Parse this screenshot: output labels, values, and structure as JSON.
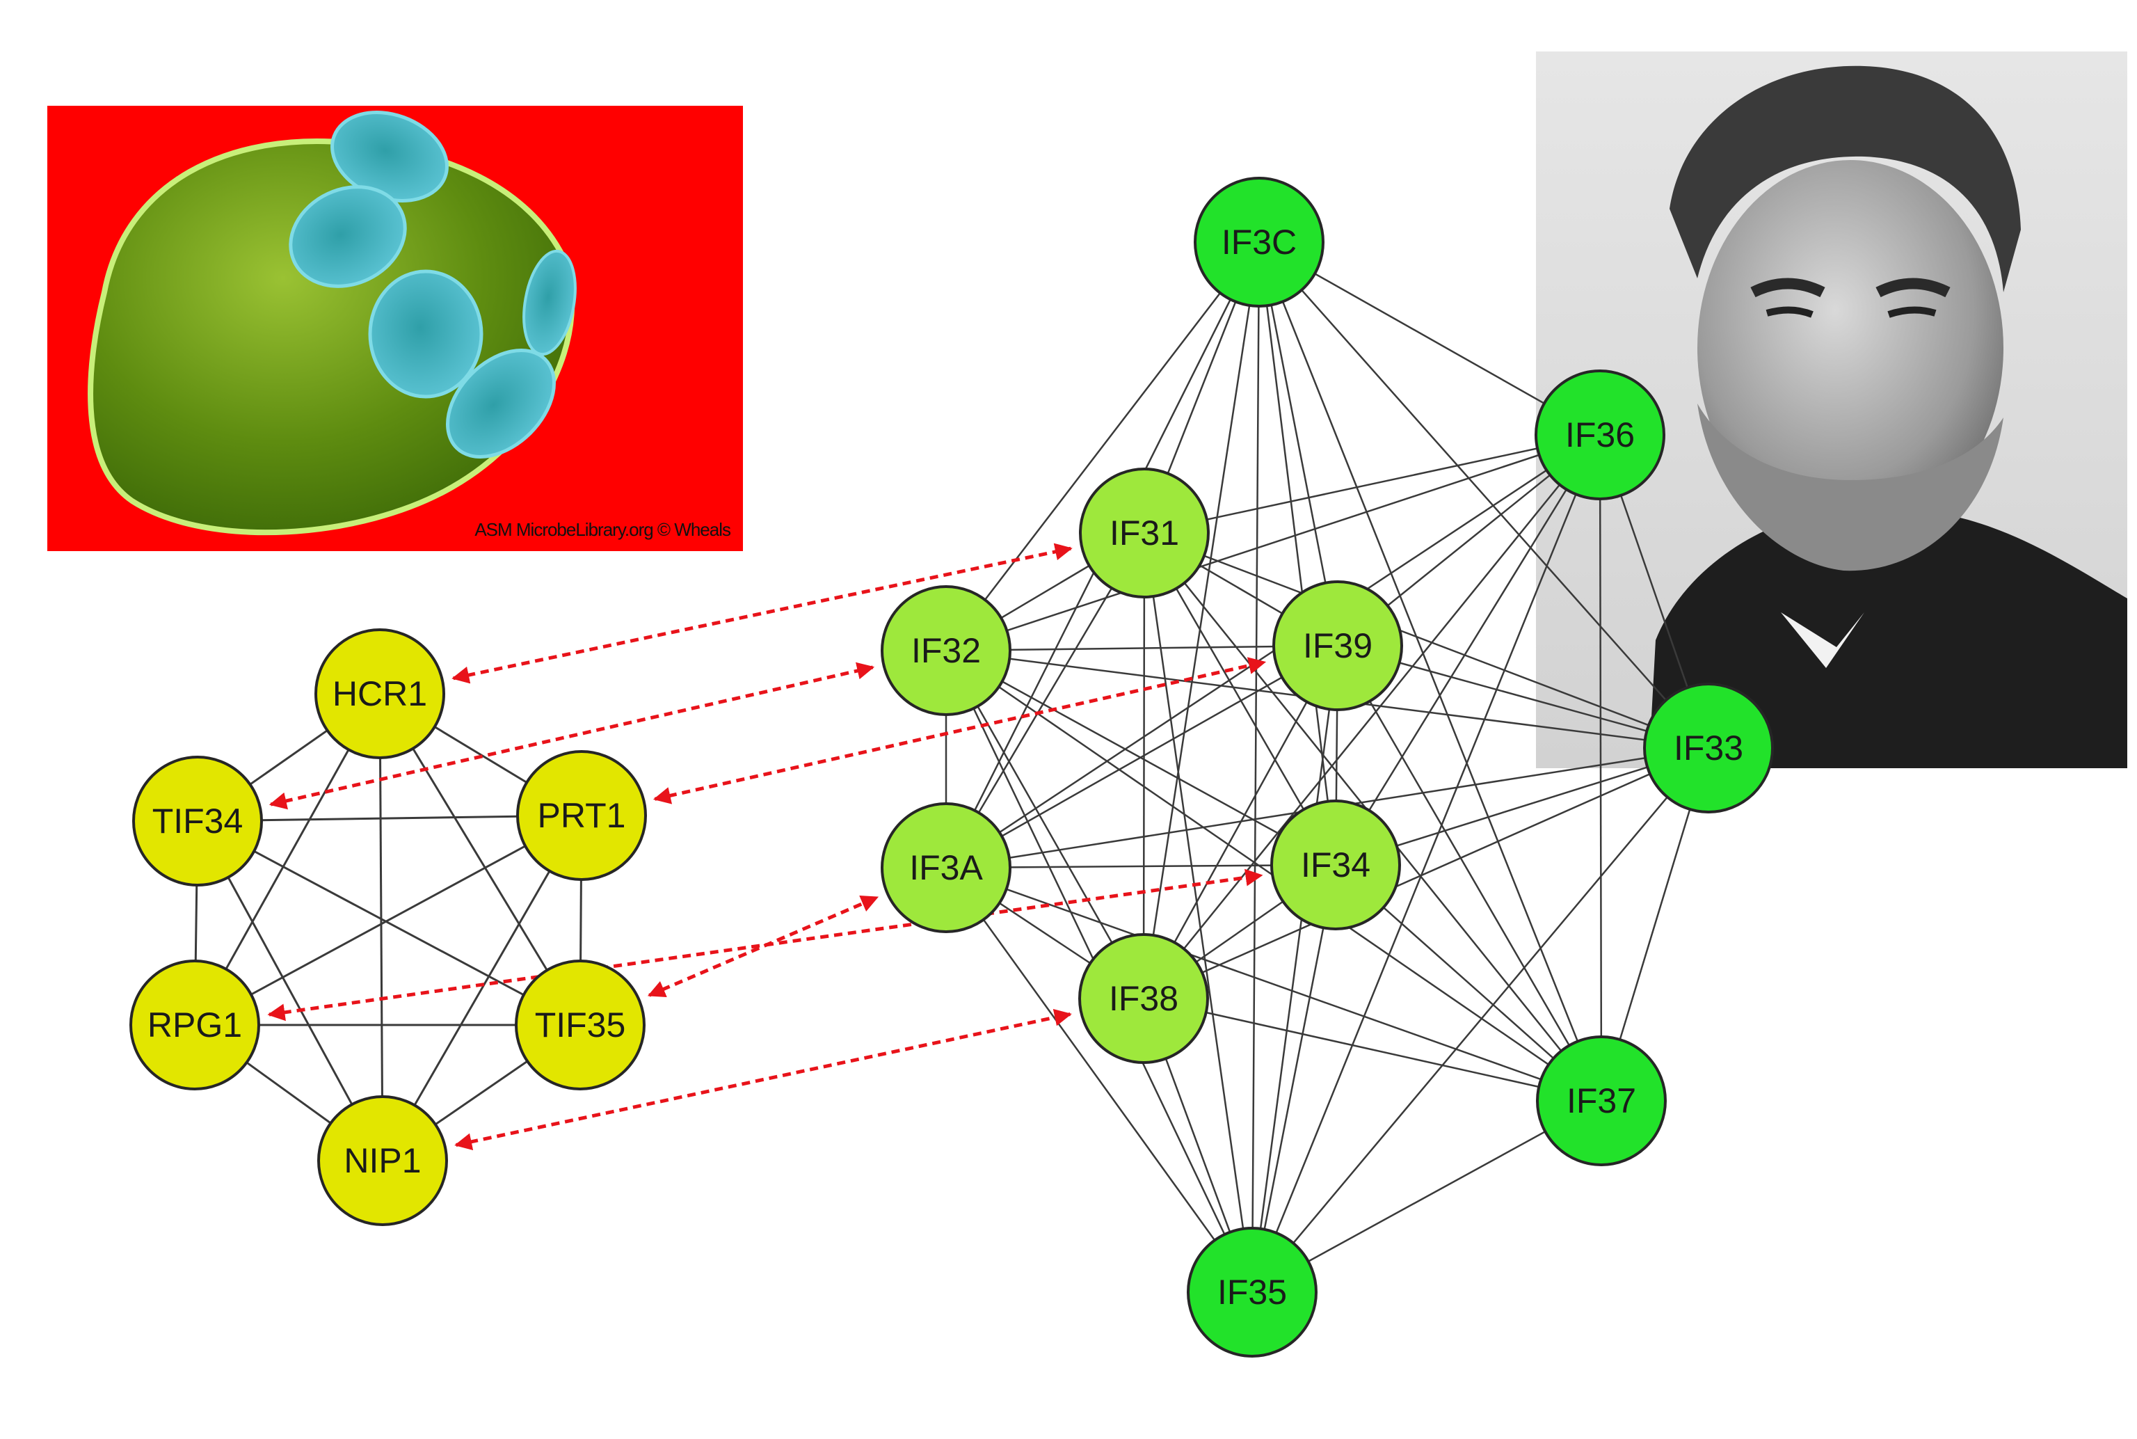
{
  "colors": {
    "yeast_node": "#e2e600",
    "human_mid_node": "#9ee83c",
    "human_outer_node": "#22e22a",
    "edge": "#3a3a3a",
    "ortholog_arrow": "#e8131a",
    "photo_background": "#ff0000"
  },
  "micrograph": {
    "name": "yeast-micrograph",
    "credit": "ASM MicrobeLibrary.org © Wheals"
  },
  "portrait": {
    "name": "scientist-portrait"
  },
  "yeast_complex": {
    "nodes": [
      {
        "id": "HCR1",
        "label": "HCR1"
      },
      {
        "id": "TIF34",
        "label": "TIF34"
      },
      {
        "id": "PRT1",
        "label": "PRT1"
      },
      {
        "id": "RPG1",
        "label": "RPG1"
      },
      {
        "id": "TIF35",
        "label": "TIF35"
      },
      {
        "id": "NIP1",
        "label": "NIP1"
      }
    ]
  },
  "human_complex": {
    "nodes": [
      {
        "id": "IF3C",
        "label": "IF3C",
        "tier": "outer"
      },
      {
        "id": "IF36",
        "label": "IF36",
        "tier": "outer"
      },
      {
        "id": "IF33",
        "label": "IF33",
        "tier": "outer"
      },
      {
        "id": "IF37",
        "label": "IF37",
        "tier": "outer"
      },
      {
        "id": "IF35",
        "label": "IF35",
        "tier": "outer"
      },
      {
        "id": "IF31",
        "label": "IF31",
        "tier": "core"
      },
      {
        "id": "IF32",
        "label": "IF32",
        "tier": "core"
      },
      {
        "id": "IF39",
        "label": "IF39",
        "tier": "core"
      },
      {
        "id": "IF3A",
        "label": "IF3A",
        "tier": "core"
      },
      {
        "id": "IF34",
        "label": "IF34",
        "tier": "core"
      },
      {
        "id": "IF38",
        "label": "IF38",
        "tier": "core"
      }
    ]
  },
  "ortholog_links": [
    {
      "from": "HCR1",
      "to": "IF31"
    },
    {
      "from": "TIF34",
      "to": "IF32"
    },
    {
      "from": "PRT1",
      "to": "IF39"
    },
    {
      "from": "RPG1",
      "to": "IF34"
    },
    {
      "from": "TIF35",
      "to": "IF3A"
    },
    {
      "from": "NIP1",
      "to": "IF38"
    }
  ]
}
